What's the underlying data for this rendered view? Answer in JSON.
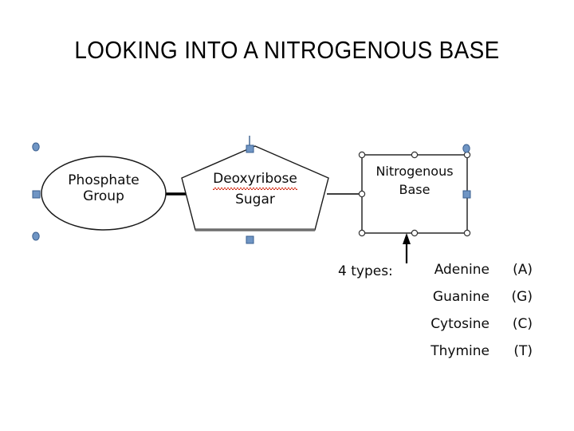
{
  "slide": {
    "title": "LOOKING INTO A NITROGENOUS BASE",
    "background_color": "#ffffff",
    "text_color": "#000000"
  },
  "diagram": {
    "nodes": [
      {
        "id": "phosphate",
        "shape": "ellipse",
        "line1": "Phosphate",
        "line2": "Group",
        "outline_color": "#1a1a1a",
        "fill_color": "#ffffff",
        "selected": true
      },
      {
        "id": "sugar",
        "shape": "pentagon",
        "line1": "Deoxyribose",
        "line2": "Sugar",
        "outline_color": "#1a1a1a",
        "bottom_edge_color": "#6e6e6e",
        "fill_color": "#ffffff",
        "misspelled_word": "Deoxyribose",
        "spellcheck_underline_color": "#d42a12",
        "selected": true
      },
      {
        "id": "nitrogenous-base",
        "shape": "rectangle",
        "line1": "Nitrogenous",
        "line2": "Base",
        "outline_color": "#1a1a1a",
        "fill_color": "#ffffff",
        "selected": true
      }
    ],
    "connectors": [
      {
        "id": "phosphate-to-sugar",
        "from": "phosphate",
        "to": "sugar",
        "style": "thick-line",
        "color": "#000000"
      },
      {
        "id": "sugar-to-base",
        "from": "sugar",
        "to": "nitrogenous-base",
        "style": "thin-line",
        "color": "#000000"
      },
      {
        "id": "types-to-base",
        "from": "types-list",
        "to": "nitrogenous-base",
        "style": "arrow-up",
        "color": "#000000"
      }
    ],
    "selection_handle_colors": {
      "blue_fill": "#6f95c4",
      "blue_stroke": "#3a5f8f",
      "circle_fill": "#ffffff",
      "circle_stroke": "#333333"
    }
  },
  "types": {
    "label": "4 types:",
    "items": [
      {
        "name": "Adenine",
        "code": "(A)"
      },
      {
        "name": "Guanine",
        "code": "(G)"
      },
      {
        "name": "Cytosine",
        "code": "(C)"
      },
      {
        "name": "Thymine",
        "code": "(T)"
      }
    ]
  }
}
